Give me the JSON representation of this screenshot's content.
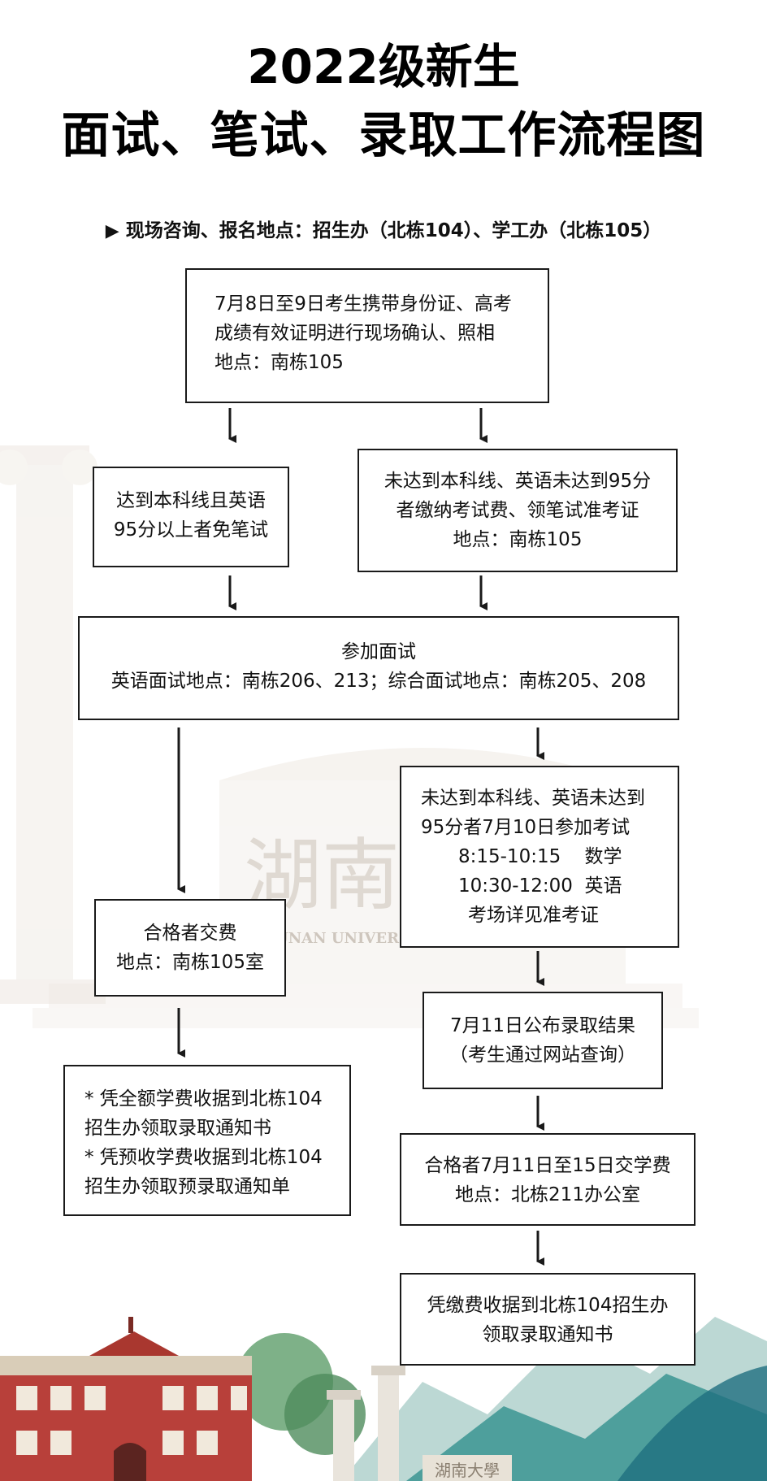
{
  "title": {
    "line1": "2022级新生",
    "line2": "面试、笔试、录取工作流程图"
  },
  "consult": {
    "icon": "triangle-right-icon",
    "text": "现场咨询、报名地点：招生办（北栋104）、学工办（北栋105）"
  },
  "steps": {
    "confirm": {
      "lines": [
        "7月8日至9日考生携带身份证、高考",
        "成绩有效证明进行现场确认、照相",
        "地点：南栋105"
      ]
    },
    "exempt": {
      "lines": [
        "达到本科线且英语",
        "95分以上者免笔试"
      ]
    },
    "fee_ticket": {
      "lines": [
        "未达到本科线、英语未达到95分",
        "者缴纳考试费、领笔试准考证",
        "地点：南栋105"
      ]
    },
    "interview": {
      "lines": [
        "参加面试",
        "英语面试地点：南栋206、213；综合面试地点：南栋205、208"
      ]
    },
    "written_exam": {
      "lines": [
        "未达到本科线、英语未达到",
        "95分者7月10日参加考试",
        "8:15-10:15    数学",
        "10:30-12:00  英语",
        "考场详见准考证"
      ]
    },
    "pay_qualified": {
      "lines": [
        "合格者交费",
        "地点：南栋105室"
      ]
    },
    "results": {
      "lines": [
        "7月11日公布录取结果",
        "（考生通过网站查询）"
      ]
    },
    "notice_pickup": {
      "lines": [
        "* 凭全额学费收据到北栋104",
        "招生办领取录取通知书",
        "* 凭预收学费收据到北栋104",
        "招生办领取预录取通知单"
      ]
    },
    "tuition": {
      "lines": [
        "合格者7月11日至15日交学费",
        "地点：北栋211办公室"
      ]
    },
    "final_notice": {
      "lines": [
        "凭缴费收据到北栋104招生办",
        "领取录取通知书"
      ]
    }
  },
  "watermark": {
    "calligraphy": "湖南大学",
    "english": "HUNAN UNIVERSITY",
    "plaque": "湖南大學"
  },
  "colors": {
    "line": "#1a1a1a",
    "watermark": "#cfc7bd",
    "building_red": "#b8403a",
    "mountain_teal": "#2a8c8a"
  }
}
